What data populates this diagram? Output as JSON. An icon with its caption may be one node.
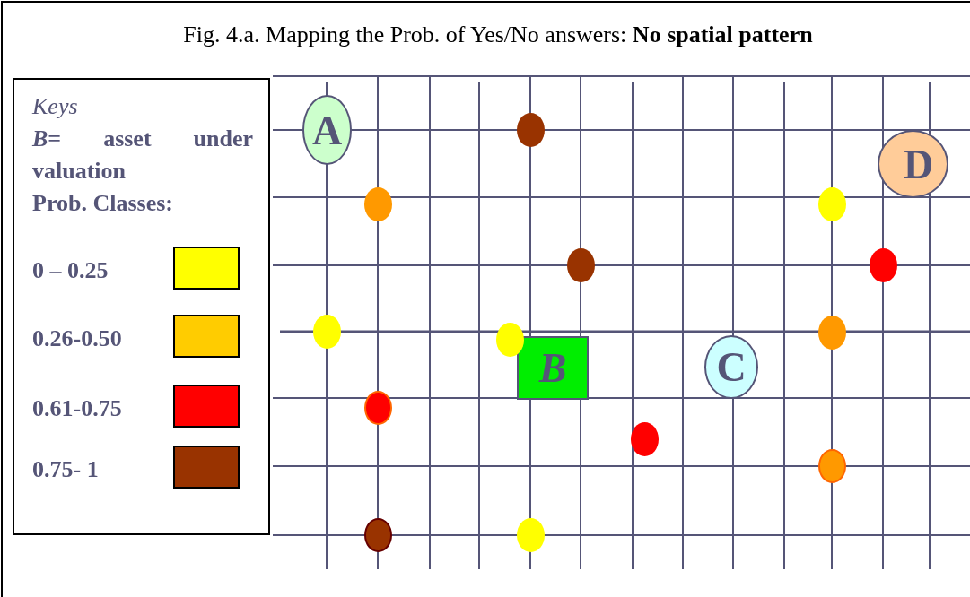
{
  "diagram": {
    "title": "Fig. 4.a. Mapping the Prob. of Yes/No answers: **No spatial pattern**",
    "nodes": [
      {
        "text": [
          "A"
        ]
      },
      {
        "text": [
          "B"
        ]
      },
      {
        "text": [
          "C"
        ]
      },
      {
        "text": [
          "D"
        ]
      },
      {
        "text": [],
        "shape": "circle"
      },
      {
        "text": [],
        "shape": "circle"
      },
      {
        "text": [],
        "shape": "circle"
      },
      {
        "text": [],
        "shape": "circle"
      },
      {
        "text": [],
        "shape": "circle"
      },
      {
        "text": [],
        "shape": "circle"
      },
      {
        "text": [],
        "shape": "circle"
      },
      {
        "text": [],
        "shape": "circle"
      },
      {
        "text": [],
        "shape": "circle"
      },
      {
        "text": [],
        "shape": "circle"
      },
      {
        "text": [],
        "shape": "circle"
      },
      {
        "text": [],
        "shape": "circle"
      },
      {
        "text": [],
        "shape": "circle"
      }
    ],
    "edges": [],
    "labels": [
      "Keys",
      "*B*= asset under valuation",
      "Prob. Classes:"
    ],
    "legend": [
      {
        "text": "0 – 0.25",
        "color": "#ffff00"
      },
      {
        "text": "0.26-0.50",
        "color": "#ffcc00"
      },
      {
        "text": "0.61-0.75",
        "color": "#ff0000"
      },
      {
        "text": "0.75- 1",
        "color": "#993300"
      }
    ]
  }
}
